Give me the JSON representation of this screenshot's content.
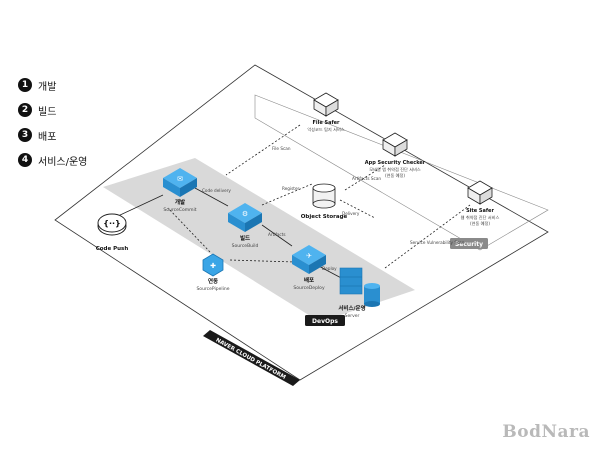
{
  "legend": [
    {
      "num": "1",
      "label": "개발"
    },
    {
      "num": "2",
      "label": "빌드"
    },
    {
      "num": "3",
      "label": "배포"
    },
    {
      "num": "4",
      "label": "서비스/운영"
    }
  ],
  "platform_label": "NAVER CLOUD PLATFORM",
  "devops_label": "DevOps",
  "security_label": "Security",
  "code_push": {
    "title": "Code Push"
  },
  "nodes": {
    "commit": {
      "title": "개발",
      "sub": "SourceCommit"
    },
    "build": {
      "title": "빌드",
      "sub": "SourceBuild"
    },
    "deploy": {
      "title": "배포",
      "sub": "SourceDeploy"
    },
    "pipeline": {
      "title": "연동",
      "sub": "SourcePipeline"
    },
    "object_storage": {
      "title": "Object Storage"
    },
    "server": {
      "title": "서비스/운영",
      "sub": "Server"
    },
    "file_safer": {
      "title": "File Safer",
      "sub": "악성코드 탐지 서비스"
    },
    "app_checker": {
      "title": "App Security Checker",
      "line1": "모바일 앱 취약점 진단 서비스",
      "line2": "(연동 예정)"
    },
    "site_safer": {
      "title": "Site Safer",
      "line1": "웹 취약점 진단 서비스",
      "line2": "(연동 예정)"
    }
  },
  "edges": {
    "file_scan": "File Scan",
    "code_delivery": "Code delivery",
    "artifacts_build": "Artifacts",
    "deploy": "Deploy",
    "register": "Register",
    "delivery": "Delivery",
    "artifacts_scan": "Artifacts Scan",
    "service_vulnerability": "Service Vulnerability Scan"
  },
  "brand": "BodNara",
  "colors": {
    "accent": "#2f9fe0",
    "dark": "#1a1a1a",
    "band": "#d9d9d9",
    "tag": "#8a8a8a"
  }
}
